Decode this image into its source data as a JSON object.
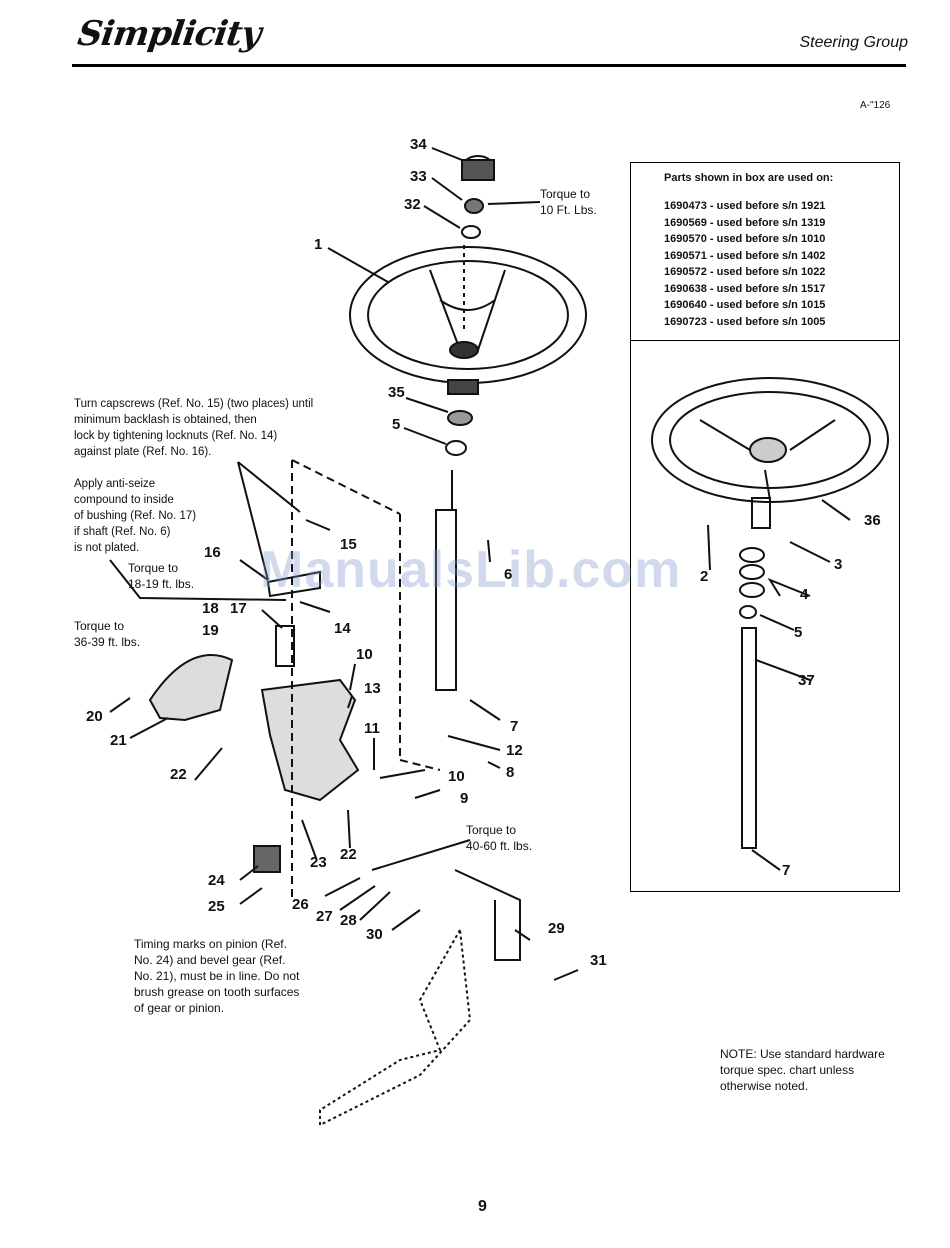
{
  "header": {
    "brand": "Simplicity",
    "section": "Steering Group",
    "figure_id": "A-\"126"
  },
  "box": {
    "title": "Parts shown in box are used on:",
    "parts": [
      "1690473 - used before s/n 1921",
      "1690569 - used before s/n 1319",
      "1690570 - used before s/n 1010",
      "1690571 - used before s/n 1402",
      "1690572 - used before s/n 1022",
      "1690638 - used before s/n 1517",
      "1690640 - used before s/n 1015",
      "1690723 - used before s/n 1005"
    ]
  },
  "notes": {
    "torque_top": [
      "Torque to",
      "10 Ft. Lbs."
    ],
    "turn_capscrews": [
      "Turn capscrews (Ref. No. 15) (two places) until",
      "minimum backlash is obtained, then",
      "lock by tightening locknuts (Ref. No. 14)",
      "against plate (Ref. No. 16)."
    ],
    "anti_seize": [
      "Apply anti-seize",
      "compound to inside",
      "of bushing (Ref. No. 17)",
      "if shaft (Ref. No. 6)",
      "is not plated."
    ],
    "torque_18": [
      "Torque to",
      "18-19 ft. lbs."
    ],
    "torque_36": [
      "Torque to",
      "36-39 ft. lbs."
    ],
    "torque_40": [
      "Torque to",
      "40-60 ft. lbs."
    ],
    "timing": [
      "Timing marks on pinion (Ref.",
      "No. 24) and bevel gear (Ref.",
      "No. 21), must be in line. Do not",
      "brush grease on tooth surfaces",
      "of gear or pinion."
    ],
    "standard": [
      "NOTE: Use standard hardware",
      "torque spec. chart unless",
      "otherwise noted."
    ]
  },
  "callouts": [
    "34",
    "33",
    "32",
    "1",
    "35",
    "5",
    "6",
    "7",
    "12",
    "8",
    "10",
    "9",
    "15",
    "16",
    "14",
    "17",
    "18",
    "19",
    "10",
    "13",
    "11",
    "20",
    "21",
    "22",
    "22",
    "23",
    "24",
    "25",
    "26",
    "27",
    "28",
    "30",
    "29",
    "31",
    "36",
    "2",
    "3",
    "4",
    "5",
    "37",
    "7"
  ],
  "watermark": "ManualsLib.com",
  "page_number": "9"
}
